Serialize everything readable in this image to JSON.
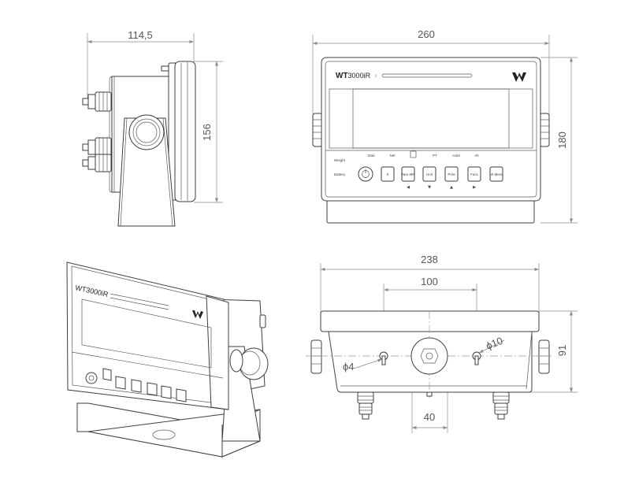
{
  "dimensions": {
    "side_depth": "114,5",
    "side_height": "156",
    "front_width": "260",
    "front_height": "180",
    "bottom_width": "238",
    "bottom_hole_spacing": "100",
    "bottom_center_width": "40",
    "bottom_depth": "91",
    "small_hole_diameter": "ϕ4",
    "large_hole_diameter": "ϕ10"
  },
  "device": {
    "model": "WT3000iR",
    "bluetooth_icon": "bluetooth-icon",
    "brand_logo": "W",
    "indicators": [
      "Stab",
      "Net",
      "PT",
      "Hold",
      "Alt"
    ],
    "indicator_icon": "battery-level-icon",
    "left_labels": [
      "Weight",
      "Battery"
    ],
    "buttons": [
      {
        "icon": "power-icon"
      },
      {
        "label": "0"
      },
      {
        "label": "Tare\nMR",
        "arrow": "◀"
      },
      {
        "label": "Unit",
        "arrow": "▼"
      },
      {
        "label": "Print",
        "arrow": "▲"
      },
      {
        "label": "Func",
        "arrow": "▶"
      },
      {
        "label": "Alt\nMenu"
      }
    ]
  },
  "colors": {
    "line": "#3e3e3e",
    "dimension": "#8a8a8a",
    "background": "#ffffff"
  }
}
